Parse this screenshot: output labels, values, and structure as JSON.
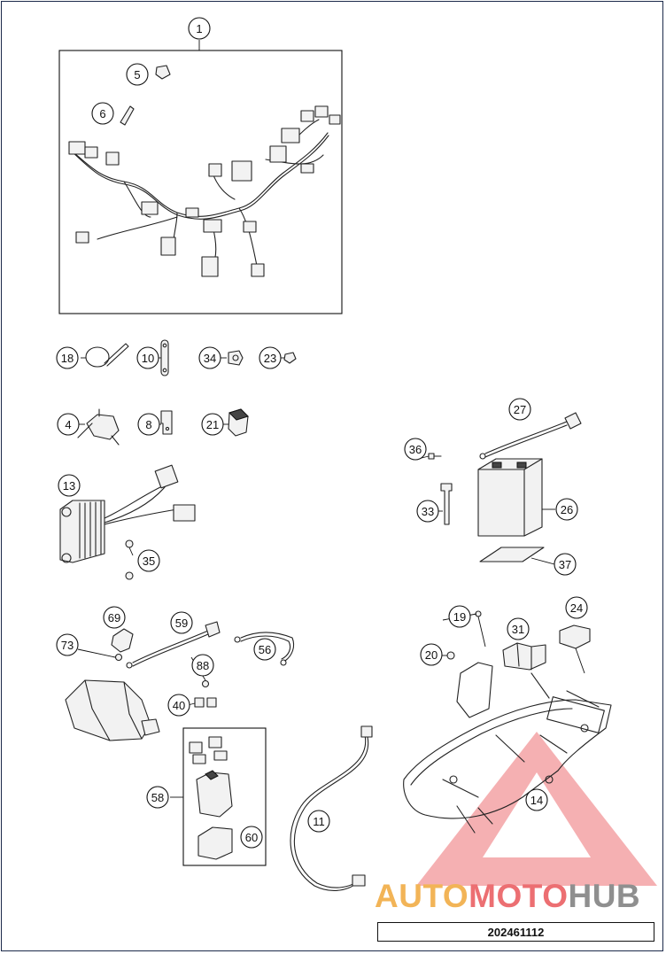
{
  "drawing_id": "202461112",
  "watermark": {
    "part1": "AUTO",
    "part2": "MOTO",
    "part3": "HUB"
  },
  "colors": {
    "watermark_orange": "#f2b457",
    "watermark_red": "#ec6f72",
    "watermark_gray": "#8f8f8f",
    "frame_border": "#1b2a4a"
  },
  "callouts": [
    "1",
    "5",
    "6",
    "18",
    "10",
    "34",
    "23",
    "4",
    "8",
    "21",
    "13",
    "35",
    "27",
    "36",
    "26",
    "33",
    "37",
    "69",
    "59",
    "73",
    "56",
    "88",
    "40",
    "58",
    "60",
    "11",
    "19",
    "24",
    "31",
    "20",
    "14"
  ],
  "groups": [
    {
      "name": "wiring-harness-group",
      "callout": "1"
    },
    {
      "name": "relay-group",
      "callout": "58"
    }
  ]
}
